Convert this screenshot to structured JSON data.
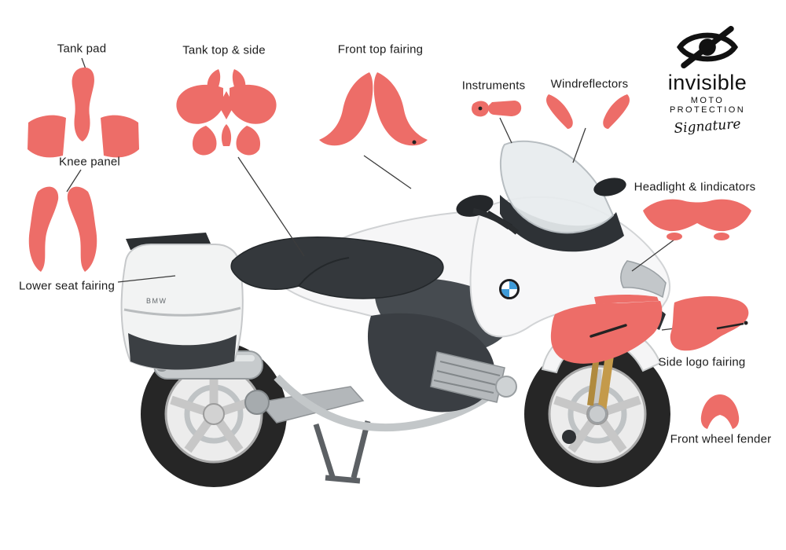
{
  "brand": {
    "icon": "hidden-eye-icon",
    "name": "invisible",
    "tagline": "MOTO PROTECTION",
    "signature": "Signature"
  },
  "colors": {
    "film": "#ED6D68",
    "ink": "#1B1B1B"
  },
  "labels": {
    "tank_pad": "Tank pad",
    "tank_top_side": "Tank top & side",
    "front_top_fairing": "Front top fairing",
    "instruments": "Instruments",
    "windreflectors": "Windreflectors",
    "knee_panel": "Knee panel",
    "lower_seat_fairing": "Lower seat fairing",
    "headlight_indicators": "Headlight & Iindicators",
    "side_logo_fairing": "Side logo fairing",
    "front_wheel_fender": "Front wheel fender"
  },
  "motorcycle": {
    "pannier_badge": "BMW"
  }
}
